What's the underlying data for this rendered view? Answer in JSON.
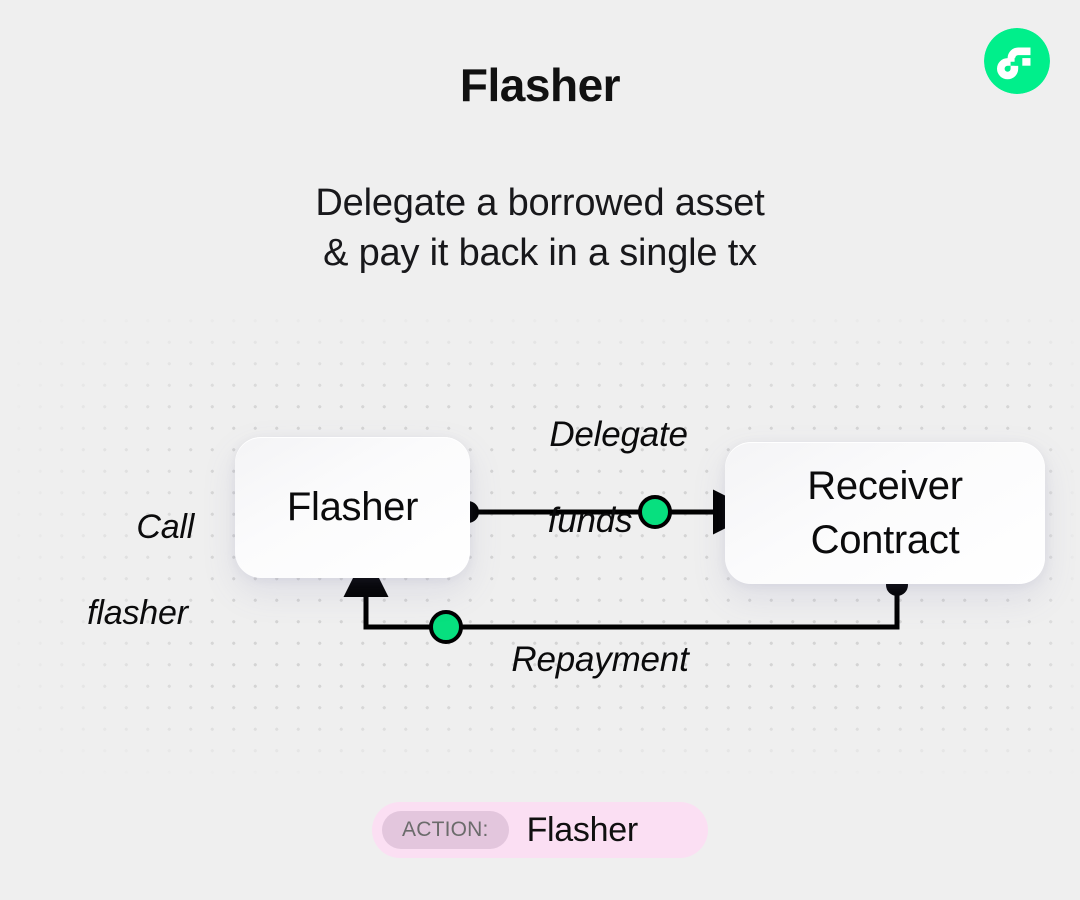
{
  "page": {
    "background_color": "#efefef",
    "title": "Flasher",
    "subtitle_line1": "Delegate a borrowed asset",
    "subtitle_line2": "& pay it back in a single tx"
  },
  "logo": {
    "name": "flow-logo-icon",
    "circle_color": "#00ef8b",
    "mark_color": "#ffffff"
  },
  "diagram": {
    "nodes": [
      {
        "id": "flasher",
        "label": "Flasher"
      },
      {
        "id": "receiver",
        "label_line1": "Receiver",
        "label_line2": "Contract"
      }
    ],
    "labels": {
      "call_line1": "Call",
      "call_line2": "flasher",
      "delegate_line1": "Delegate",
      "delegate_line2": "funds",
      "repayment": "Repayment"
    },
    "colors": {
      "node_dot": "#000000",
      "token_dot": "#07e07f",
      "edge_stroke": "#000000",
      "grid_dot": "#d4d4d4",
      "node_fill": "#ffffff"
    }
  },
  "action_badge": {
    "chip_label": "ACTION:",
    "value": "Flasher",
    "pill_color": "#fbdff3",
    "chip_color": "#e3c6dd",
    "chip_text_color": "#6b6b6b"
  }
}
